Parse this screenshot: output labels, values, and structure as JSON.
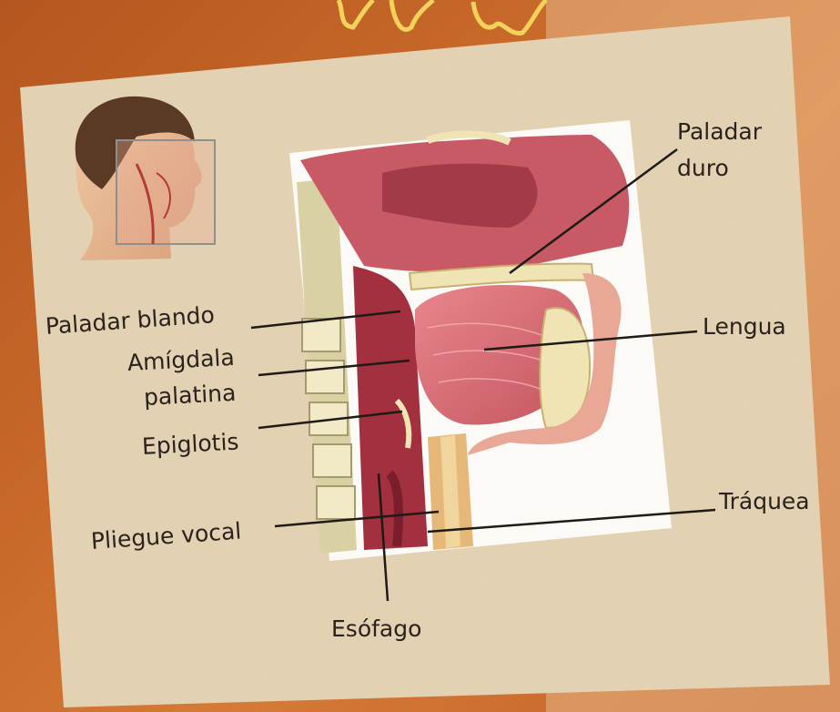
{
  "labels": {
    "hard_palate_line1": "Paladar",
    "hard_palate_line2": "duro",
    "soft_palate": "Paladar blando",
    "tonsil_line1": "Amígdala",
    "tonsil_line2": "palatina",
    "epiglottis": "Epiglotis",
    "tongue": "Lengua",
    "vocal_fold": "Pliegue vocal",
    "trachea": "Tráquea",
    "esophagus": "Esófago"
  },
  "colors": {
    "background_orange": "#c8692a",
    "card_beige": "#e6d5b5",
    "tissue_pink": "#d9737a",
    "tissue_dark": "#8e2c35",
    "bone_cream": "#f0e3b4",
    "leader_line": "#1e1a16"
  }
}
